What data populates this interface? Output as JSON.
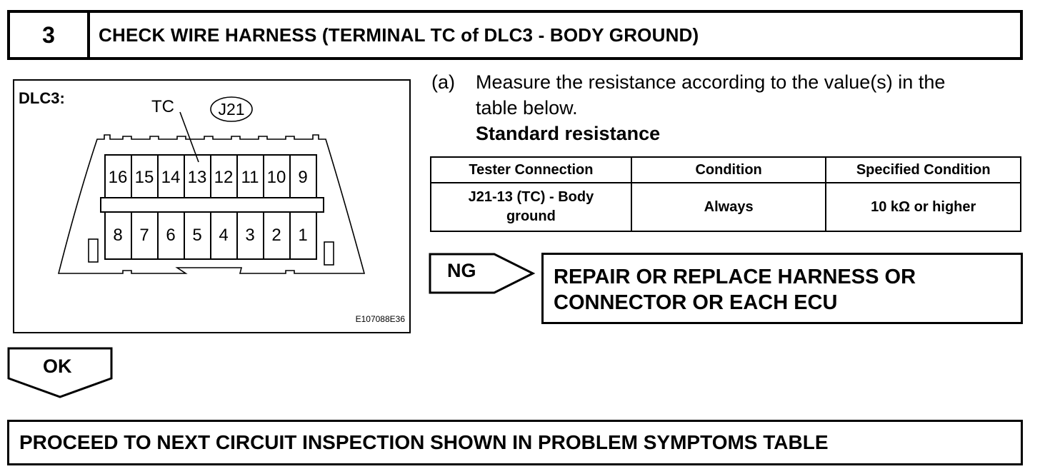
{
  "step": {
    "number": "3",
    "title": "CHECK WIRE HARNESS (TERMINAL TC of DLC3 - BODY GROUND)"
  },
  "figure": {
    "connector_label": "DLC3:",
    "terminal_label": "TC",
    "connector_code": "J21",
    "top_pins": [
      "16",
      "15",
      "14",
      "13",
      "12",
      "11",
      "10",
      "9"
    ],
    "bottom_pins": [
      "8",
      "7",
      "6",
      "5",
      "4",
      "3",
      "2",
      "1"
    ],
    "figure_code": "E107088E36"
  },
  "instruction": {
    "marker": "(a)",
    "line1": "Measure the resistance according to the value(s) in the",
    "line2": "table below.",
    "subheading": "Standard resistance"
  },
  "table": {
    "headers": [
      "Tester Connection",
      "Condition",
      "Specified Condition"
    ],
    "rows": [
      {
        "tester_connection_line1": "J21-13 (TC) - Body",
        "tester_connection_line2": "ground",
        "condition": "Always",
        "specified": "10 kΩ or higher"
      }
    ]
  },
  "ng": {
    "label": "NG",
    "result_line1": "REPAIR OR REPLACE HARNESS OR",
    "result_line2": "CONNECTOR OR EACH ECU"
  },
  "ok": {
    "label": "OK"
  },
  "final": {
    "text": "PROCEED TO NEXT CIRCUIT INSPECTION SHOWN IN PROBLEM SYMPTOMS TABLE"
  }
}
